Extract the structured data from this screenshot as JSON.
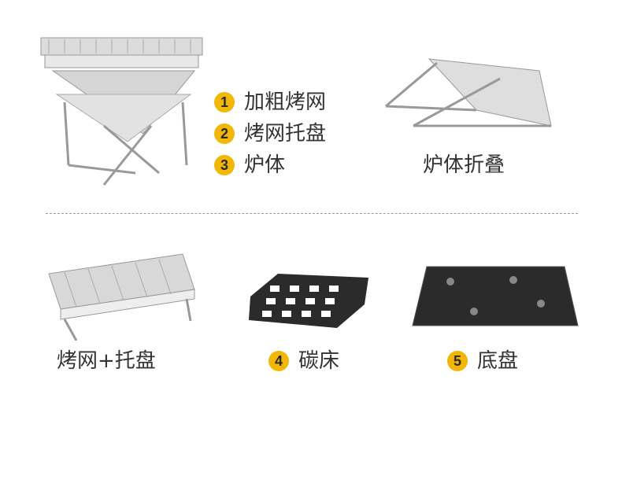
{
  "parts_list": [
    {
      "number": "1",
      "label": "加粗烤网"
    },
    {
      "number": "2",
      "label": "烤网托盘"
    },
    {
      "number": "3",
      "label": "炉体"
    }
  ],
  "folded_caption": "炉体折叠",
  "bottom_items": [
    {
      "number": "",
      "label": "烤网+托盘"
    },
    {
      "number": "4",
      "label": "碳床"
    },
    {
      "number": "5",
      "label": "底盘"
    }
  ],
  "colors": {
    "badge": "#f2b705",
    "text": "#333333",
    "steel": "#c8c8c8",
    "black_part": "#2b2b2b"
  }
}
